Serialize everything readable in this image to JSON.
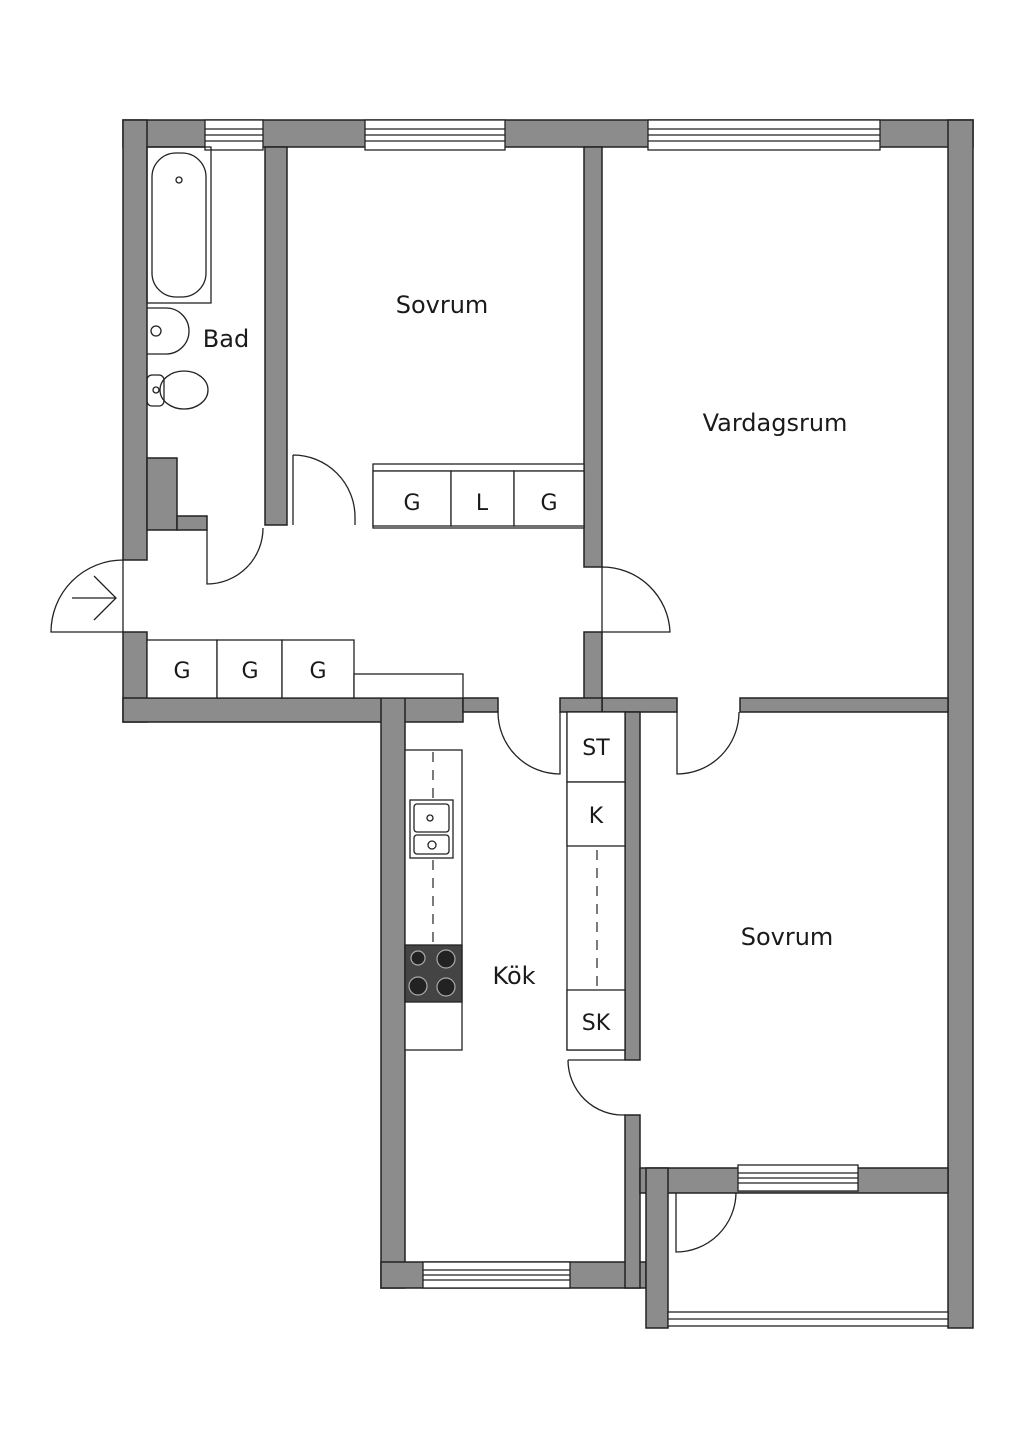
{
  "rooms": {
    "bad": "Bad",
    "sovrum_top": "Sovrum",
    "vardagsrum": "Vardagsrum",
    "kok": "Kök",
    "sovrum_bottom": "Sovrum"
  },
  "closets": {
    "hall_top": [
      "G",
      "L",
      "G"
    ],
    "hall_bottom": [
      "G",
      "G",
      "G"
    ],
    "kitchen": [
      "ST",
      "K",
      "SK"
    ]
  },
  "colors": {
    "wall": "#8c8c8c",
    "line": "#222222",
    "floor": "#ffffff"
  }
}
